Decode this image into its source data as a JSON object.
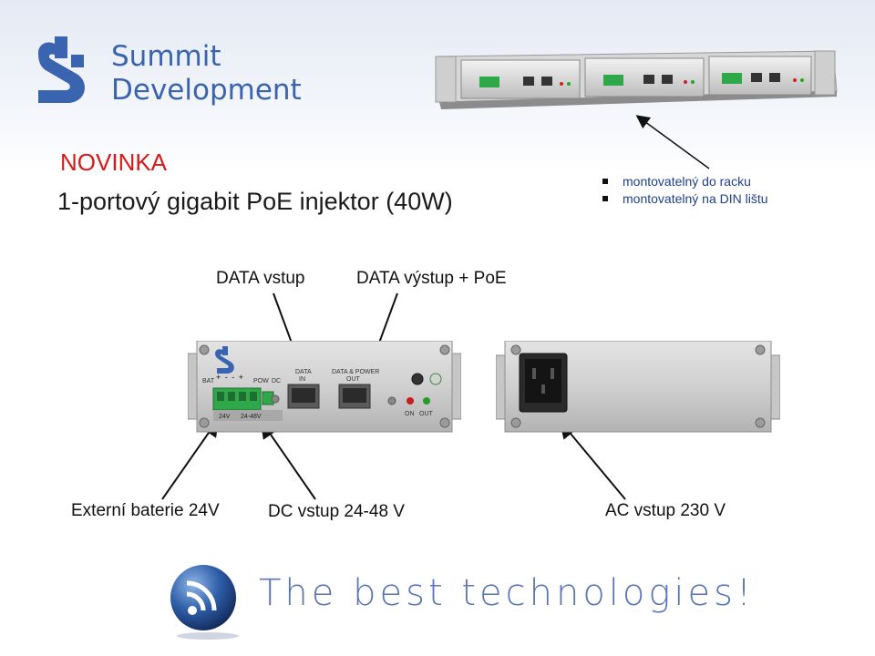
{
  "logo": {
    "line1": "Summit",
    "line2": "Development"
  },
  "header": {
    "kicker": "NOVINKA",
    "title": "1-portový gigabit PoE injektor (40W)"
  },
  "features": [
    "montovatelný do racku",
    "montovatelný na DIN lištu"
  ],
  "callouts": {
    "data_in": "DATA vstup",
    "data_out": "DATA výstup + PoE"
  },
  "device_front": {
    "bat": "BAT",
    "polarity": "+  -  -  +",
    "pow": "POW",
    "dc": "DC",
    "data_in": [
      "DATA",
      "IN"
    ],
    "data_power_out": [
      "DATA & POWER",
      "OUT"
    ],
    "v24": "24V",
    "v2448": "24-48V",
    "on": "ON",
    "out": "OUT"
  },
  "captions": {
    "battery": "Externí baterie 24V",
    "dc_input": "DC vstup 24-48 V",
    "ac_input": "AC vstup 230 V"
  },
  "footer": {
    "tagline": "The best technologies!"
  },
  "colors": {
    "brand_blue": "#3a63b0",
    "novinka_red": "#d71a1a",
    "feature_blue": "#1f3f8f",
    "terminal_green": "#2fa84a",
    "tagline_blue": "#5a76b8"
  }
}
